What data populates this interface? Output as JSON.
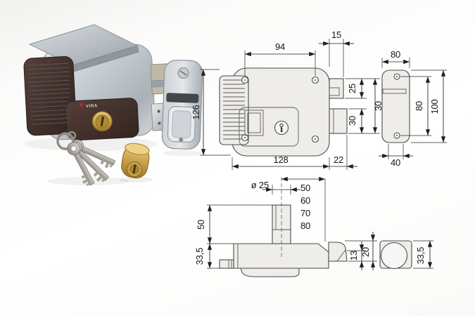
{
  "page": {
    "background": "#fafaf8"
  },
  "photo": {
    "logo_text": "VIRA",
    "logo_mark_color": "#c1272d",
    "body_color": "#c6cbd0",
    "cover_color": "#44312a",
    "brass_color": "#c89f4a"
  },
  "drawings": {
    "line_color": "#1f1f1f",
    "part_fill": "#eeedea",
    "front_view": {
      "dim_hole_spacing": "94",
      "dim_top_offset": "15",
      "dim_height": "126",
      "dim_bolt_height": "25",
      "dim_right_span": "30",
      "dim_latch_height": "30",
      "dim_width": "128",
      "dim_latch_protrusion": "22"
    },
    "strike_front_view": {
      "dim_width": "80",
      "dim_hole_spacing": "80",
      "dim_height": "100",
      "dim_depth": "40"
    },
    "top_view": {
      "dim_cylinder_diameter": "ø 25",
      "cylinder_lengths": [
        "50",
        "60",
        "70",
        "80"
      ],
      "dim_cylinder_protrusion": "50",
      "dim_body_depth": "33,5",
      "dim_latch_inner": "13",
      "dim_latch_outer": "20"
    },
    "strike_top_view": {
      "dim_depth": "33,5"
    }
  }
}
